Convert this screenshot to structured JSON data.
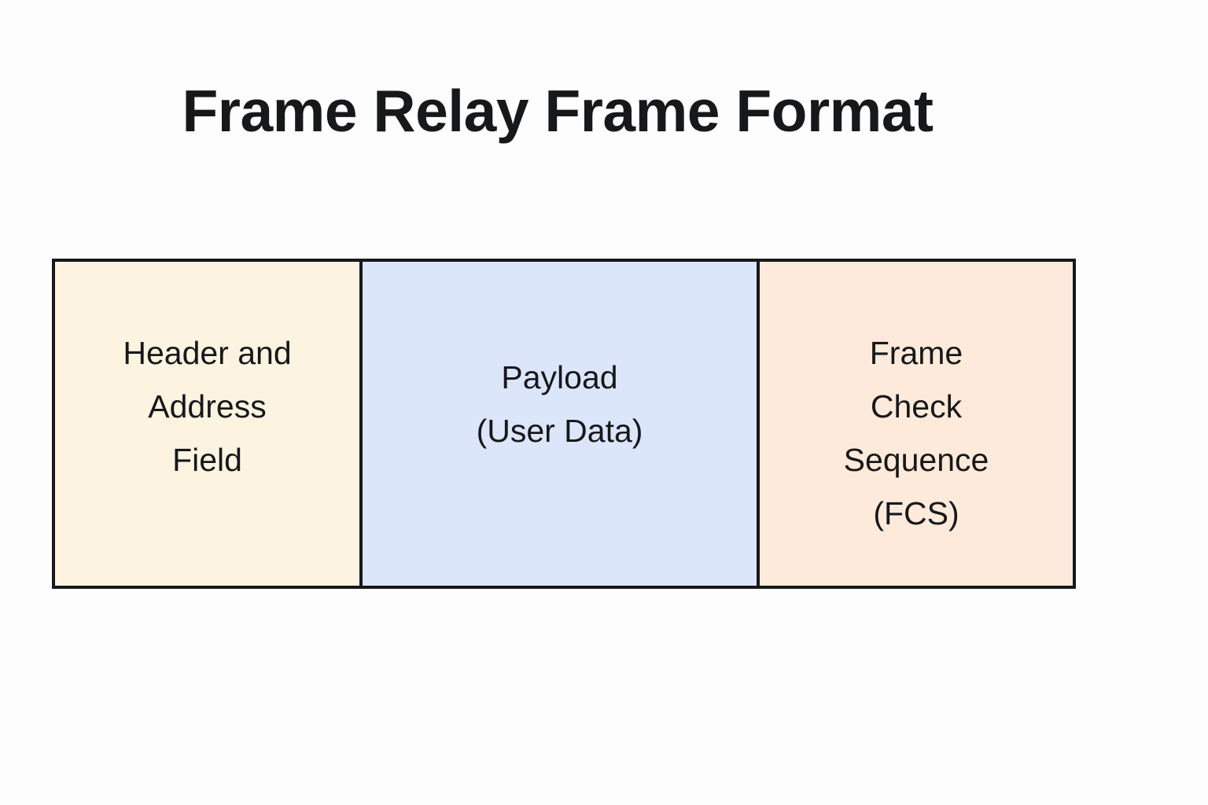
{
  "diagram": {
    "title": "Frame Relay Frame Format",
    "type": "frame-format-strip",
    "background_color": "#fdfdfd",
    "border_color": "#17181a",
    "text_color": "#17181a",
    "fields": [
      {
        "id": "header-address-field",
        "label": "Header and\nAddress\nField",
        "lines": [
          "Header and",
          "Address",
          "Field"
        ],
        "fill_color": "#fdf3e1"
      },
      {
        "id": "payload",
        "label": "Payload\n(User Data)",
        "lines": [
          "Payload",
          "(User Data)"
        ],
        "fill_color": "#dce6fb"
      },
      {
        "id": "frame-check-sequence",
        "label": "Frame\nCheck\nSequence\n(FCS)",
        "lines": [
          "Frame",
          "Check",
          "Sequence",
          "(FCS)"
        ],
        "fill_color": "#fdeada"
      }
    ]
  }
}
